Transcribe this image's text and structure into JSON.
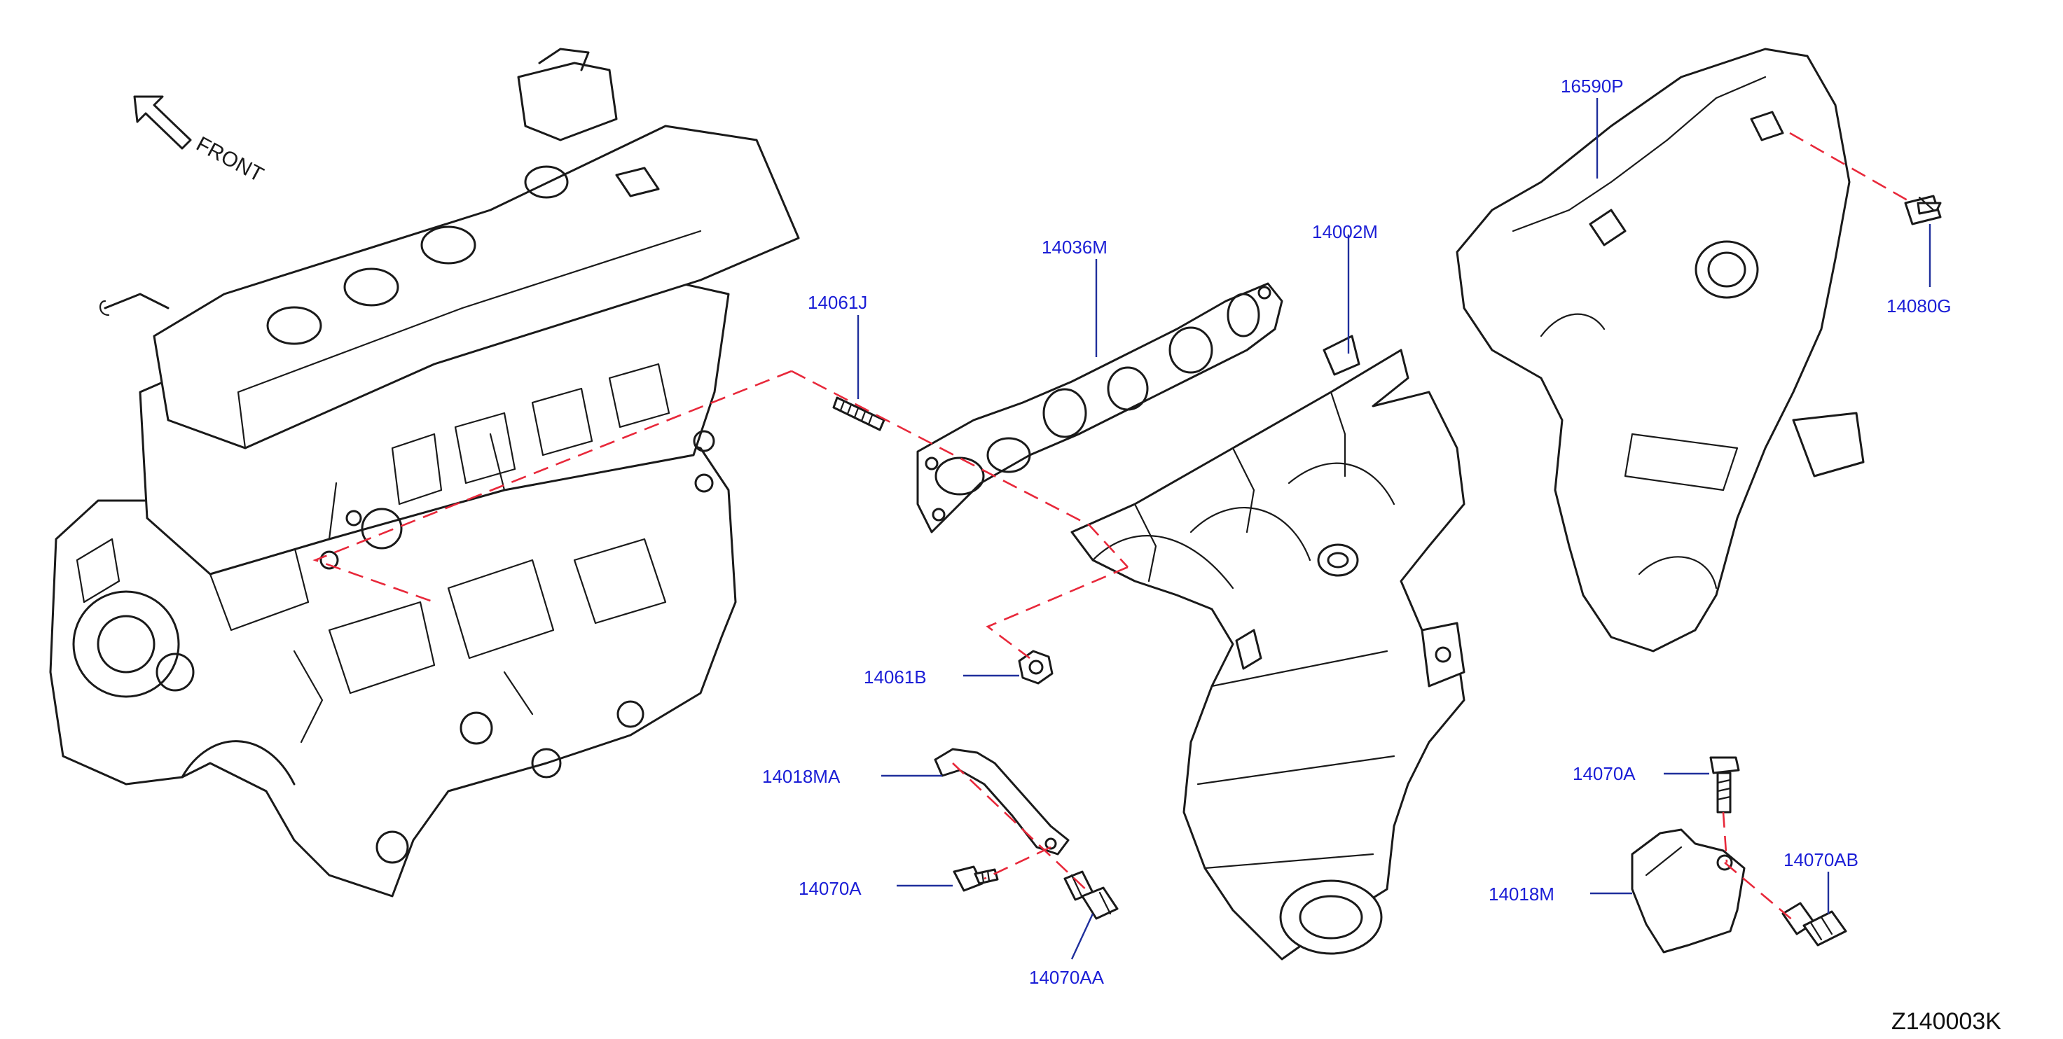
{
  "diagram": {
    "direction_label": "FRONT",
    "figure_code": "Z140003K",
    "colors": {
      "callout_text": "#1b1ed6",
      "leader_line": "#1f2f9c",
      "centerline_dash": "#e8283a",
      "drawing": "#1a1a1a"
    },
    "callouts": {
      "p16590P": "16590P",
      "p14080G": "14080G",
      "p14036M": "14036M",
      "p14002M": "14002M",
      "p14061J": "14061J",
      "p14061B": "14061B",
      "p14018MA": "14018MA",
      "p14070A_left": "14070A",
      "p14070AA": "14070AA",
      "p14070A_right": "14070A",
      "p14070AB": "14070AB",
      "p14018M": "14018M"
    }
  }
}
